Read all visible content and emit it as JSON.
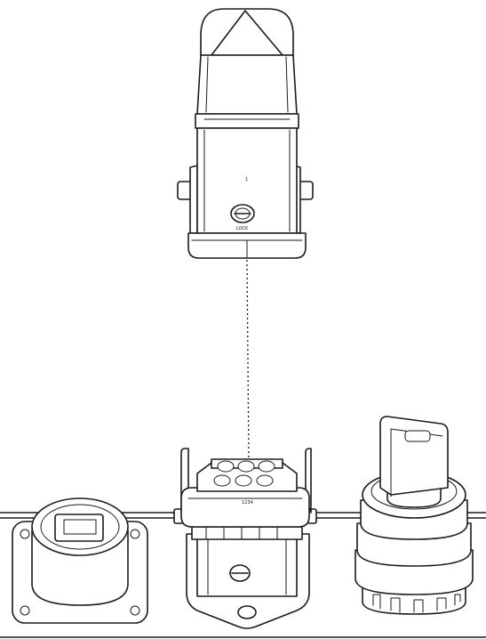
{
  "drawing": {
    "hood_marker": "LOCK",
    "housing_marker": "1",
    "insert_marker": "1234",
    "line_color": "#1a1a1a",
    "background": "#ffffff"
  }
}
